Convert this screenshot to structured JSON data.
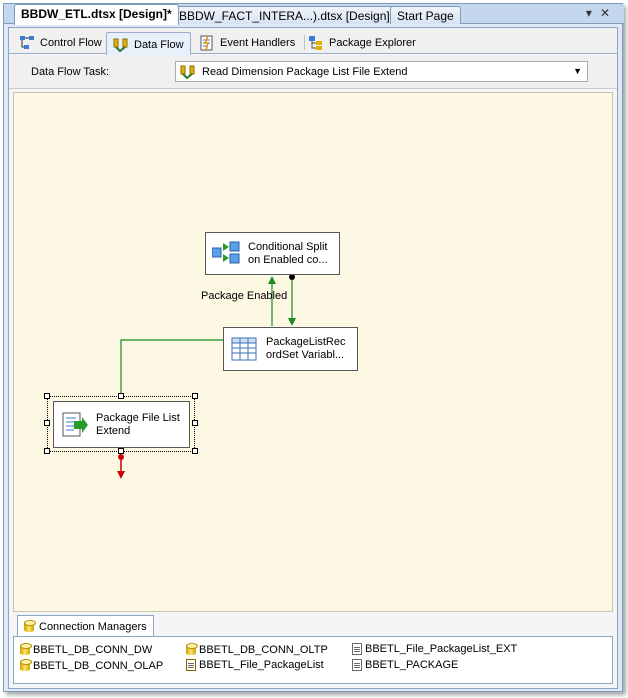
{
  "document_tabs": [
    {
      "label": "BBDW_ETL.dtsx [Design]*",
      "active": true
    },
    {
      "label": "BBDW_FACT_INTERA...).dtsx [Design]*",
      "active": false
    },
    {
      "label": "Start Page",
      "active": false
    }
  ],
  "designer_tabs": [
    {
      "label": "Control Flow",
      "icon": "control-flow-icon"
    },
    {
      "label": "Data Flow",
      "icon": "data-flow-icon",
      "active": true
    },
    {
      "label": "Event Handlers",
      "icon": "event-handlers-icon"
    },
    {
      "label": "Package Explorer",
      "icon": "package-explorer-icon"
    }
  ],
  "task_bar": {
    "label": "Data Flow Task:",
    "selected_task": "Read Dimension Package List File Extend"
  },
  "canvas": {
    "nodes": [
      {
        "id": "conditional-split",
        "label": "Conditional Split\non Enabled co...",
        "icon": "conditional-split-icon"
      },
      {
        "id": "recordset-source",
        "label": "PackageListRec\nordSet Variabl...",
        "icon": "recordset-icon"
      },
      {
        "id": "flat-file-destination",
        "label": "Package File List\nExtend",
        "icon": "flat-file-destination-icon",
        "selected": true
      }
    ],
    "path_labels": [
      "Package Enabled"
    ],
    "colors": {
      "success_path": "#1d8a1d",
      "error_path": "#cc0000",
      "canvas_bg": "#fcf8e4"
    }
  },
  "connection_managers": {
    "tab_label": "Connection Managers",
    "items": [
      {
        "label": "BBETL_DB_CONN_DW",
        "icon": "db-connection-icon"
      },
      {
        "label": "BBETL_DB_CONN_OLAP",
        "icon": "db-connection-icon"
      },
      {
        "label": "BBETL_DB_CONN_OLTP",
        "icon": "db-connection-icon"
      },
      {
        "label": "BBETL_File_PackageList",
        "icon": "flat-file-connection-icon"
      },
      {
        "label": "BBETL_File_PackageList_EXT",
        "icon": "file-connection-icon"
      },
      {
        "label": "BBETL_PACKAGE",
        "icon": "file-connection-icon"
      }
    ]
  }
}
